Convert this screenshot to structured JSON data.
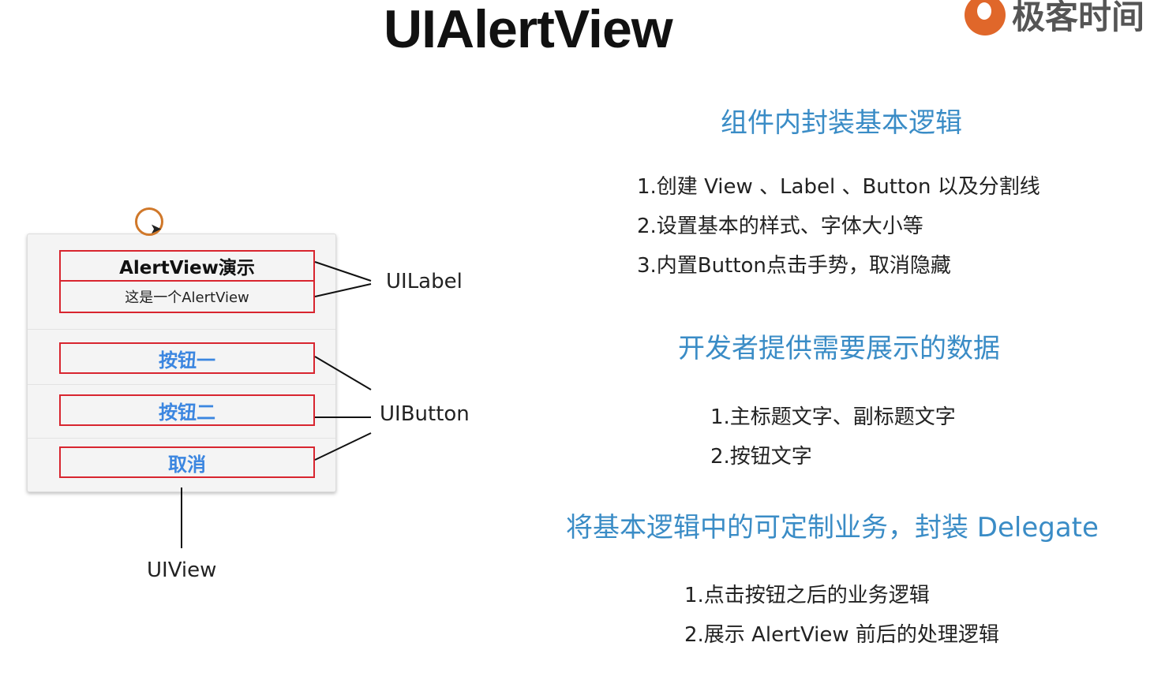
{
  "title": "UIAlertView",
  "logo": {
    "text": "极客时间"
  },
  "alert": {
    "title": "AlertView演示",
    "message": "这是一个AlertView",
    "buttons": [
      "按钮一",
      "按钮二",
      "取消"
    ]
  },
  "labels": {
    "uilabel": "UILabel",
    "uibutton": "UIButton",
    "uiview": "UIView"
  },
  "sections": [
    {
      "heading": "组件内封装基本逻辑",
      "items": [
        "1.创建 View 、Label 、Button 以及分割线",
        "2.设置基本的样式、字体大小等",
        "3.内置Button点击手势，取消隐藏"
      ]
    },
    {
      "heading": "开发者提供需要展示的数据",
      "items": [
        "1.主标题文字、副标题文字",
        "2.按钮文字"
      ]
    },
    {
      "heading": "将基本逻辑中的可定制业务，封装 Delegate",
      "items": [
        "1.点击按钮之后的业务逻辑",
        "2.展示 AlertView 前后的处理逻辑"
      ]
    }
  ],
  "colors": {
    "heading": "#3a8cc6",
    "highlight": "#d8252f",
    "button": "#3b86e0"
  }
}
